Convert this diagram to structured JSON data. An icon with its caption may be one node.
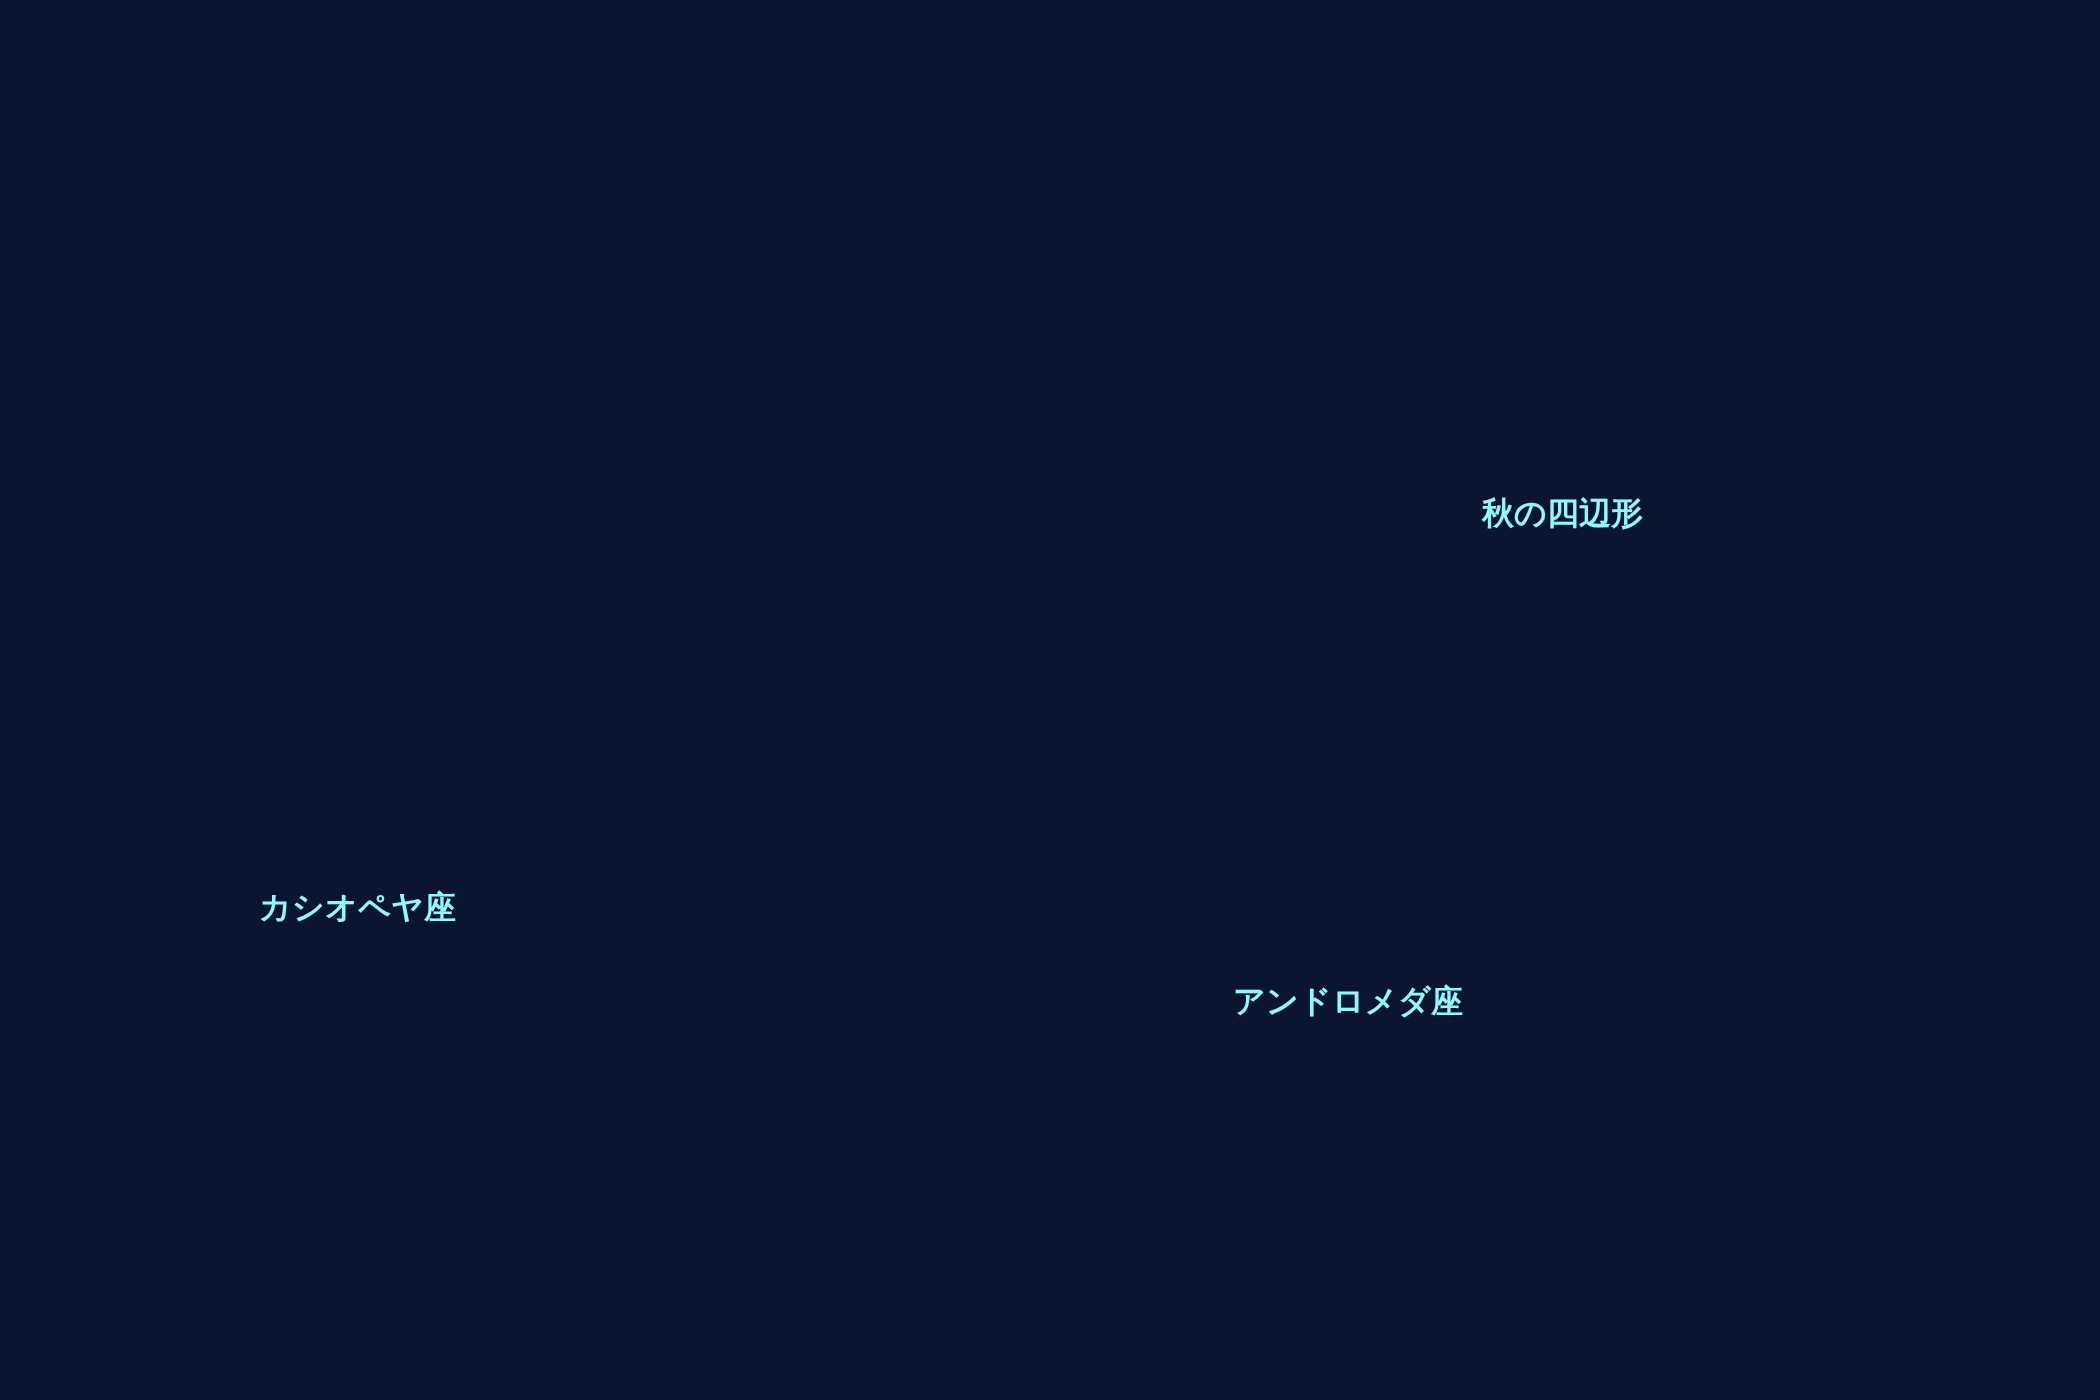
{
  "diagram": {
    "labels": [
      "秋の四辺形",
      "カシオペヤ座",
      "アンドロメダ座"
    ]
  }
}
